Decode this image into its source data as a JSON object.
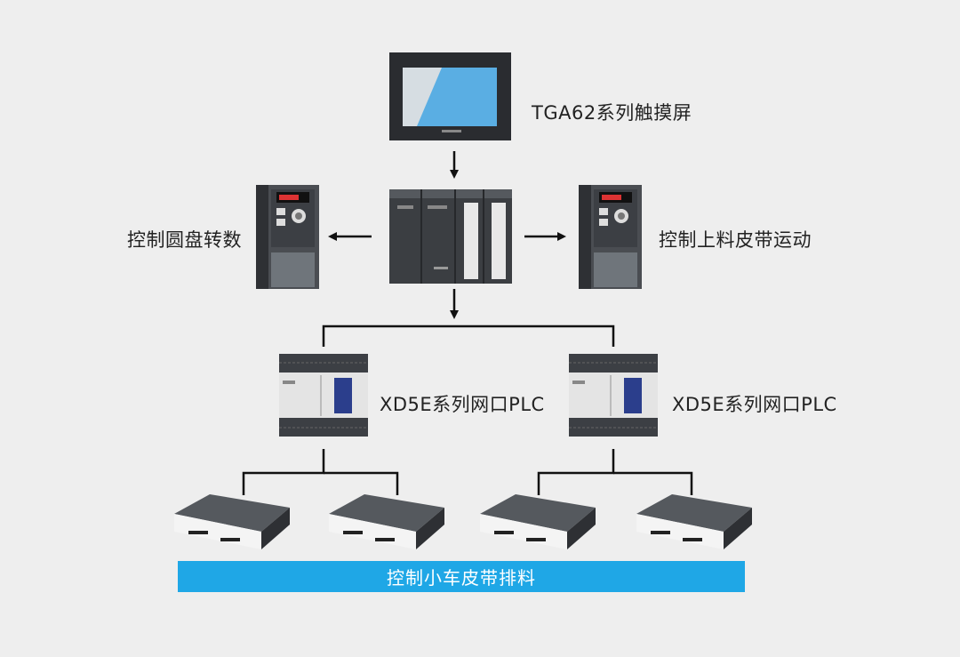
{
  "hmi": {
    "label": "TGA62系列触摸屏"
  },
  "inverters": {
    "left_label": "控制圆盘转数",
    "right_label": "控制上料皮带运动"
  },
  "plcs": [
    {
      "label": "XD5E系列网口PLC"
    },
    {
      "label": "XD5E系列网口PLC"
    }
  ],
  "banner": {
    "text": "控制小车皮带排料"
  },
  "colors": {
    "background": "#eeeeee",
    "banner": "#1fa7e6",
    "screen": "#5aaee3",
    "device_dark": "#3b3e42",
    "line": "#111111"
  }
}
